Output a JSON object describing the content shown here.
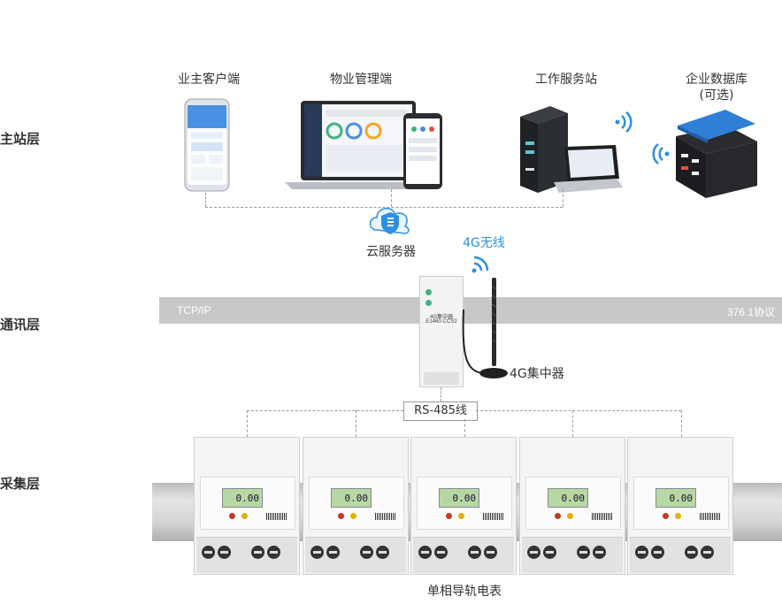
{
  "layers": {
    "master": "主站层",
    "comm": "通讯层",
    "collect": "采集层"
  },
  "devices": {
    "owner_client": "业主客户端",
    "property_client": "物业管理端",
    "workstation": "工作服务站",
    "database": "企业数据库",
    "database_note": "(可选)",
    "cloud": "云服务器",
    "wireless": "4G无线",
    "concentrator": "4G集中器",
    "meter_caption": "单相导轨电表"
  },
  "band": {
    "left_label": "TCP/IP",
    "right_label": "376.1协议"
  },
  "bus": {
    "label": "RS-485线"
  },
  "concentrator_panel": {
    "line1": "4G集中器",
    "line2": "E1460-CCS2"
  },
  "meters": [
    {
      "reading": "0.00"
    },
    {
      "reading": "0.00"
    },
    {
      "reading": "0.00"
    },
    {
      "reading": "0.00"
    },
    {
      "reading": "0.00"
    }
  ],
  "colors": {
    "accent_blue": "#2e8fe0",
    "band_gray": "#c8c8c8",
    "dashed_line": "#999999",
    "lcd_green": "#b7d8a4"
  },
  "icons": [
    "smartphone-icon",
    "laptop-icon",
    "server-icon",
    "database-icon",
    "cloud-shield-icon",
    "wifi-icon",
    "antenna-icon"
  ]
}
